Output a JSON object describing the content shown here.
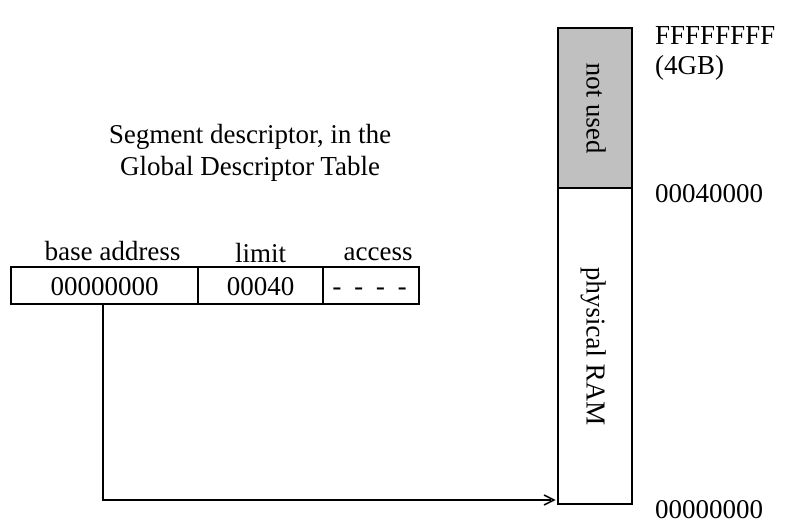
{
  "descriptor_caption": {
    "line1": "Segment descriptor, in the",
    "line2": "Global Descriptor Table"
  },
  "descriptor_table": {
    "headers": {
      "base": "base address",
      "limit": "limit",
      "access": "access"
    },
    "values": {
      "base": "00000000",
      "limit": "00040",
      "access": "- - - -"
    }
  },
  "memory": {
    "regions": {
      "not_used": "not used",
      "physical_ram": "physical RAM"
    },
    "not_used_fill": "#c0c0c0",
    "addresses": {
      "top": "FFFFFFFF",
      "top_size": "(4GB)",
      "boundary": "00040000",
      "bottom": "00000000"
    }
  }
}
